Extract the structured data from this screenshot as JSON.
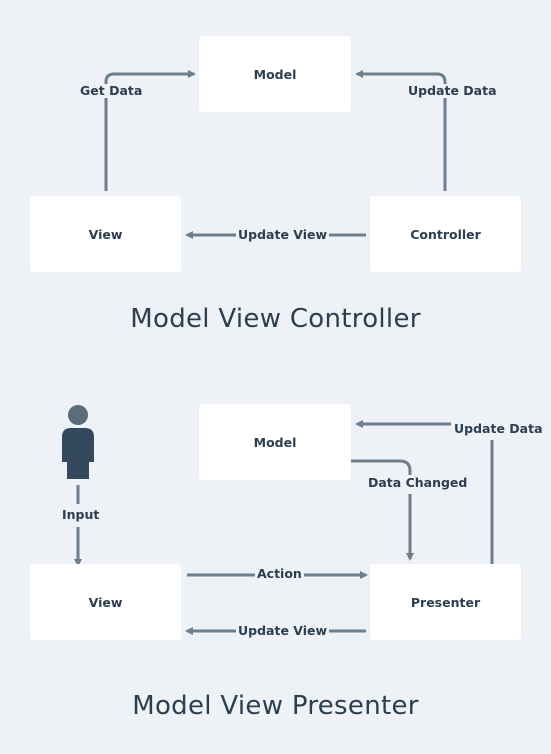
{
  "mvc": {
    "title": "Model View Controller",
    "boxes": {
      "model": "Model",
      "view": "View",
      "controller": "Controller"
    },
    "edges": {
      "get_data": "Get Data",
      "update_data": "Update Data",
      "update_view": "Update View"
    }
  },
  "mvp": {
    "title": "Model View Presenter",
    "boxes": {
      "model": "Model",
      "view": "View",
      "presenter": "Presenter"
    },
    "edges": {
      "update_data": "Update Data",
      "data_changed": "Data Changed",
      "input": "Input",
      "action": "Action",
      "update_view": "Update View"
    }
  },
  "colors": {
    "box": "#ffffff",
    "background": "#eef2f6",
    "arrow": "#6f7e8c",
    "text": "#2c3e50",
    "person": "#34495e"
  }
}
